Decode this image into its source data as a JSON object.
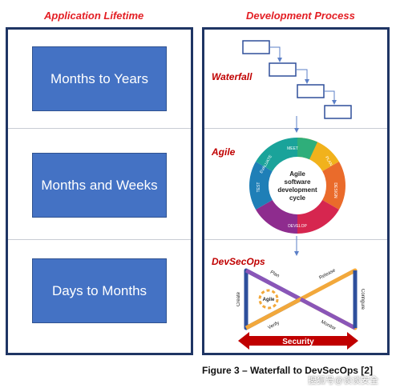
{
  "left_panel": {
    "title": "Application Lifetime",
    "boxes": [
      "Months to Years",
      "Months and Weeks",
      "Days to Months"
    ]
  },
  "right_panel": {
    "title": "Development Process",
    "sections": {
      "waterfall": {
        "label": "Waterfall"
      },
      "agile": {
        "label": "Agile",
        "wheel_center": "Agile software development cycle",
        "wheel_segments": [
          "MEET",
          "PLAN",
          "DESIGN",
          "DEVELOP",
          "TEST",
          "EVALUATE"
        ]
      },
      "devsecops": {
        "label": "DevSecOps",
        "loop_labels": [
          "Create",
          "Plan",
          "Agile",
          "Verify",
          "Release",
          "Configure",
          "Monitor"
        ],
        "security_label": "Security"
      }
    }
  },
  "caption": "Figure 3 – Waterfall to DevSecOps [2]",
  "watermark": "搜狐号@谈谈安全",
  "colors": {
    "title_red": "#e31e24",
    "panel_border": "#1f3564",
    "box_blue": "#4472c4",
    "security_red": "#c00000"
  }
}
